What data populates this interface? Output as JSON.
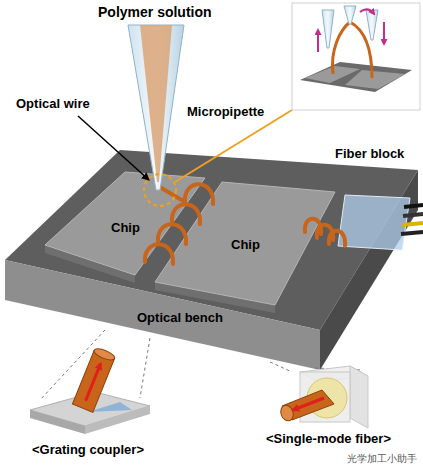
{
  "diagram": {
    "nodes": [
      {
        "text": [
          "Optical bench"
        ]
      },
      {
        "text": [
          "Chip"
        ],
        "in": 0
      },
      {
        "text": [
          "Chip"
        ],
        "in": 0
      }
    ],
    "labels": [
      "Polymer solution",
      "Micropipette",
      "Optical wire",
      "Fiber block",
      "<Grating coupler>",
      "<Single-mode fiber>",
      "光学加工小助手"
    ]
  }
}
